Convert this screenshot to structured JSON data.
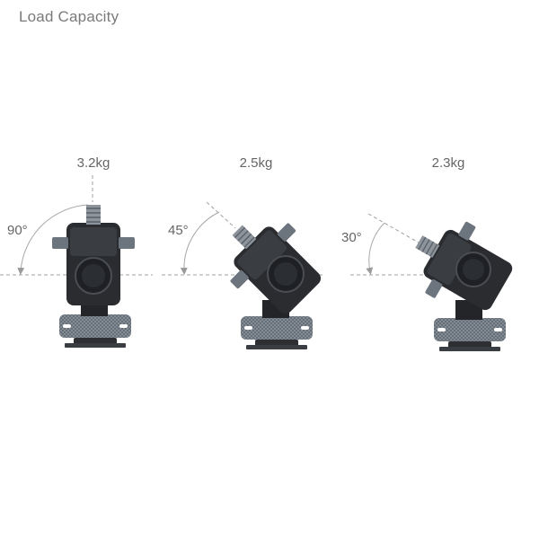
{
  "title": "Load Capacity",
  "mounts": [
    {
      "weight": "3.2kg",
      "angle": "90°"
    },
    {
      "weight": "2.5kg",
      "angle": "45°"
    },
    {
      "weight": "2.3kg",
      "angle": "30°"
    }
  ]
}
